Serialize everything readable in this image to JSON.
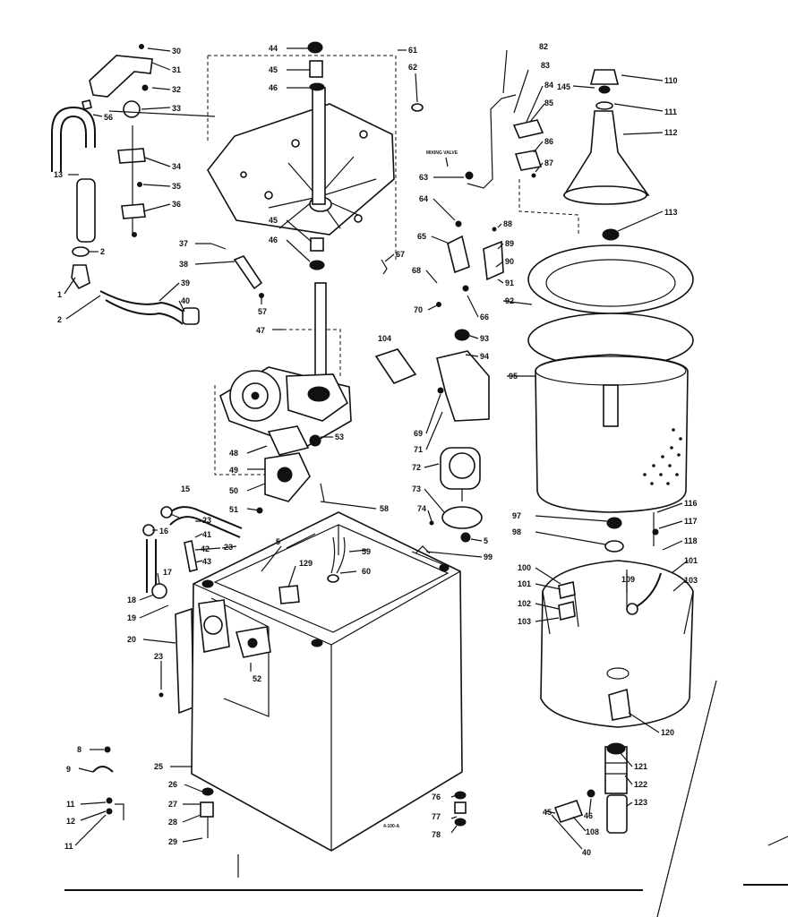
{
  "diagram": {
    "callouts": {
      "n30": "30",
      "n31": "31",
      "n32": "32",
      "n33": "33",
      "n34": "34",
      "n35": "35",
      "n36": "36",
      "n37": "37",
      "n38": "38",
      "n39": "39",
      "n40a": "40",
      "n57": "57",
      "n56": "56",
      "n13": "13",
      "n2a": "2",
      "n1": "1",
      "n2b": "2",
      "n44": "44",
      "n45a": "45",
      "n46a": "46",
      "n45b": "45",
      "n46b": "46",
      "n61": "61",
      "n62": "62",
      "n67": "67",
      "n47": "47",
      "n48": "48",
      "n49": "49",
      "n50": "50",
      "n51": "51",
      "n53": "53",
      "n58": "58",
      "n15": "15",
      "n16": "16",
      "n23a": "23",
      "n41": "41",
      "n42": "42",
      "n43": "43",
      "n23b": "23",
      "n17": "17",
      "n18": "18",
      "n19": "19",
      "n20": "20",
      "n23c": "23",
      "n5x": "5",
      "n129": "129",
      "n59": "59",
      "n60": "60",
      "n52": "52",
      "n8": "8",
      "n9": "9",
      "n11a": "11",
      "n12": "12",
      "n11b": "11",
      "n25": "25",
      "n26": "26",
      "n27": "27",
      "n28": "28",
      "n29": "29",
      "n82": "82",
      "n83": "83",
      "n84": "84",
      "n85": "85",
      "n86": "86",
      "n87": "87",
      "n63": "63",
      "n64": "64",
      "n65": "65",
      "n66": "66",
      "n88": "88",
      "n89": "89",
      "n90": "90",
      "n91": "91",
      "n92": "92",
      "n68": "68",
      "n70": "70",
      "n104": "104",
      "n93": "93",
      "n94": "94",
      "n95": "95",
      "n69": "69",
      "n71": "71",
      "n72": "72",
      "n73": "73",
      "n74": "74",
      "n5": "5",
      "n99": "99",
      "n97": "97",
      "n98": "98",
      "n100": "100",
      "n101a": "101",
      "n102": "102",
      "n103a": "103",
      "n109": "109",
      "n116": "116",
      "n117": "117",
      "n118": "118",
      "n101b": "101",
      "n103b": "103",
      "n120": "120",
      "n121": "121",
      "n122": "122",
      "n123": "123",
      "n46c": "46",
      "n108": "108",
      "n40b": "40",
      "n45c": "45",
      "n76": "76",
      "n77": "77",
      "n78": "78",
      "n145": "145",
      "n110": "110",
      "n111": "111",
      "n112": "112",
      "n113": "113"
    },
    "mixing_valve_label": "MIXING VALVE",
    "drawing_number": "4-100-A"
  }
}
